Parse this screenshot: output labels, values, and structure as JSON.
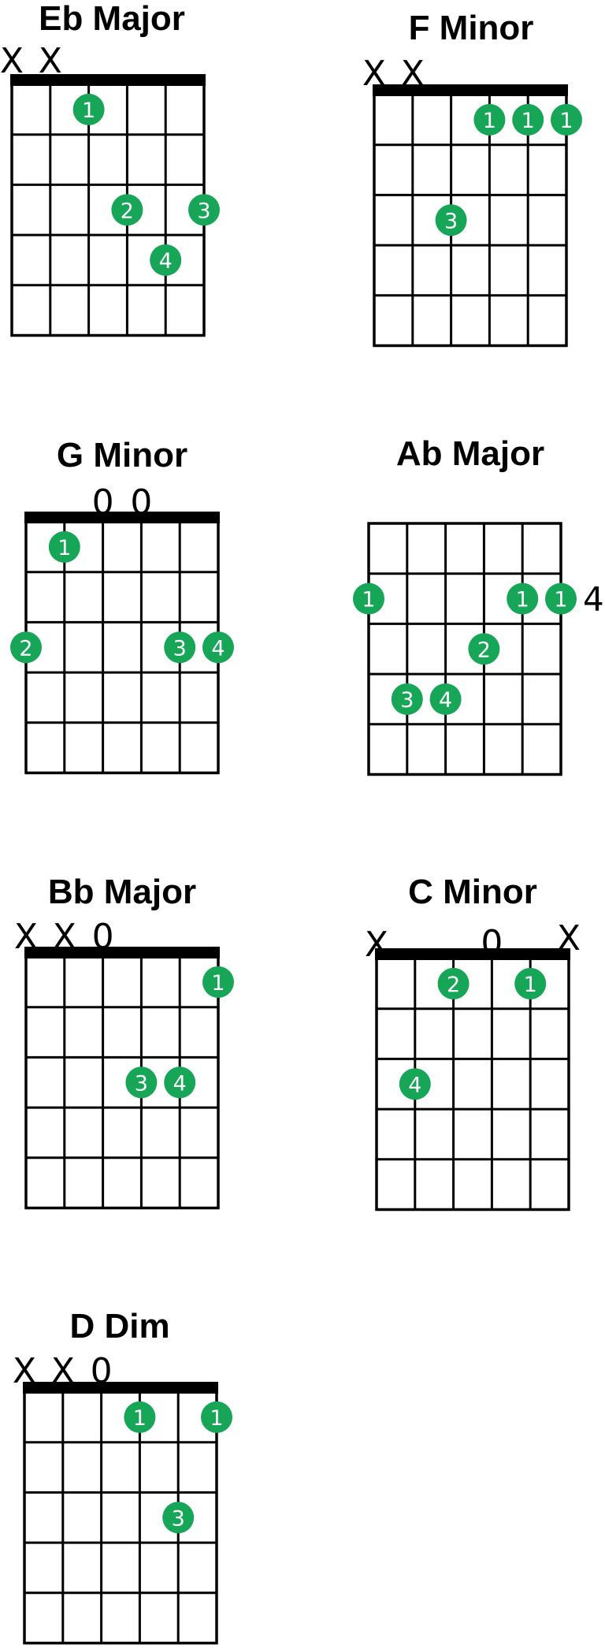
{
  "colors": {
    "dot": "#17a558",
    "grid": "#000000",
    "background": "#ffffff"
  },
  "chords": [
    {
      "name": "Eb Major",
      "strings": [
        "X",
        "X",
        "",
        "",
        "",
        ""
      ],
      "nut": true,
      "fret_number": "",
      "dots": [
        {
          "string": 3,
          "fret": 1,
          "finger": "1"
        },
        {
          "string": 4,
          "fret": 3,
          "finger": "2"
        },
        {
          "string": 6,
          "fret": 3,
          "finger": "3"
        },
        {
          "string": 5,
          "fret": 4,
          "finger": "4"
        }
      ]
    },
    {
      "name": "F Minor",
      "strings": [
        "X",
        "X",
        "",
        "",
        "",
        ""
      ],
      "nut": true,
      "fret_number": "",
      "dots": [
        {
          "string": 4,
          "fret": 1,
          "finger": "1"
        },
        {
          "string": 5,
          "fret": 1,
          "finger": "1"
        },
        {
          "string": 6,
          "fret": 1,
          "finger": "1"
        },
        {
          "string": 3,
          "fret": 3,
          "finger": "3"
        }
      ]
    },
    {
      "name": "G Minor",
      "strings": [
        "",
        "",
        "0",
        "0",
        "",
        ""
      ],
      "nut": true,
      "fret_number": "",
      "dots": [
        {
          "string": 2,
          "fret": 1,
          "finger": "1"
        },
        {
          "string": 1,
          "fret": 3,
          "finger": "2"
        },
        {
          "string": 5,
          "fret": 3,
          "finger": "3"
        },
        {
          "string": 6,
          "fret": 3,
          "finger": "4"
        }
      ]
    },
    {
      "name": "Ab Major",
      "strings": [
        "",
        "",
        "",
        "",
        "",
        ""
      ],
      "nut": false,
      "fret_number": "4",
      "dots": [
        {
          "string": 1,
          "fret": 2,
          "finger": "1"
        },
        {
          "string": 5,
          "fret": 2,
          "finger": "1"
        },
        {
          "string": 6,
          "fret": 2,
          "finger": "1"
        },
        {
          "string": 4,
          "fret": 3,
          "finger": "2"
        },
        {
          "string": 2,
          "fret": 4,
          "finger": "3"
        },
        {
          "string": 3,
          "fret": 4,
          "finger": "4"
        }
      ]
    },
    {
      "name": "Bb Major",
      "strings": [
        "X",
        "X",
        "0",
        "",
        "",
        ""
      ],
      "nut": true,
      "fret_number": "",
      "dots": [
        {
          "string": 6,
          "fret": 1,
          "finger": "1"
        },
        {
          "string": 4,
          "fret": 3,
          "finger": "3"
        },
        {
          "string": 5,
          "fret": 3,
          "finger": "4"
        }
      ]
    },
    {
      "name": "C Minor",
      "strings": [
        "X",
        "",
        "",
        "0",
        "",
        "X"
      ],
      "nut": true,
      "fret_number": "",
      "dots": [
        {
          "string": 3,
          "fret": 1,
          "finger": "2"
        },
        {
          "string": 5,
          "fret": 1,
          "finger": "1"
        },
        {
          "string": 2,
          "fret": 3,
          "finger": "4"
        }
      ]
    },
    {
      "name": "D Dim",
      "strings": [
        "X",
        "X",
        "0",
        "",
        "",
        ""
      ],
      "nut": true,
      "fret_number": "",
      "dots": [
        {
          "string": 4,
          "fret": 1,
          "finger": "1"
        },
        {
          "string": 6,
          "fret": 1,
          "finger": "1"
        },
        {
          "string": 5,
          "fret": 3,
          "finger": "3"
        }
      ]
    }
  ]
}
